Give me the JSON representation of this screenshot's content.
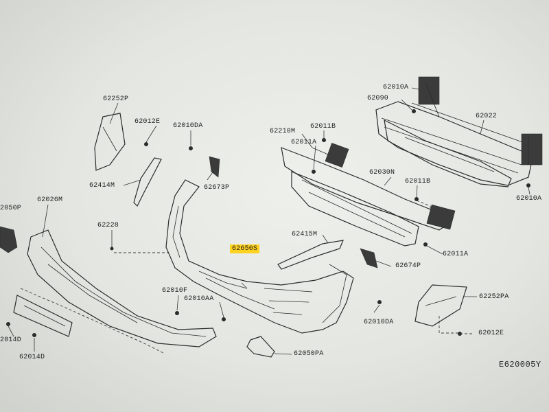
{
  "labels": {
    "p62252P": "62252P",
    "p62012E_a": "62012E",
    "p62010DA_a": "62010DA",
    "p62673P": "62673P",
    "p62414M": "62414M",
    "p62050P": "2050P",
    "p62026M": "62026M",
    "p62228": "62228",
    "p62010F": "62010F",
    "p62010AA": "62010AA",
    "p62014D_a": "2014D",
    "p62014D_b": "62014D",
    "p62050PA": "62050PA",
    "p62650S": "62650S",
    "p62415M": "62415M",
    "p62674P": "62674P",
    "p62010DA_b": "62010DA",
    "p62252PA": "62252PA",
    "p62012E_b": "62012E",
    "p62210M": "62210M",
    "p62011B_a": "62011B",
    "p62011A_a": "62011A",
    "p62030N": "62030N",
    "p62011B_b": "62011B",
    "p62011A_b": "62011A",
    "p62010A_a": "62010A",
    "p62090": "62090",
    "p62022": "62022",
    "p62010A_b": "62010A"
  },
  "diagram_code": "E620005Y"
}
